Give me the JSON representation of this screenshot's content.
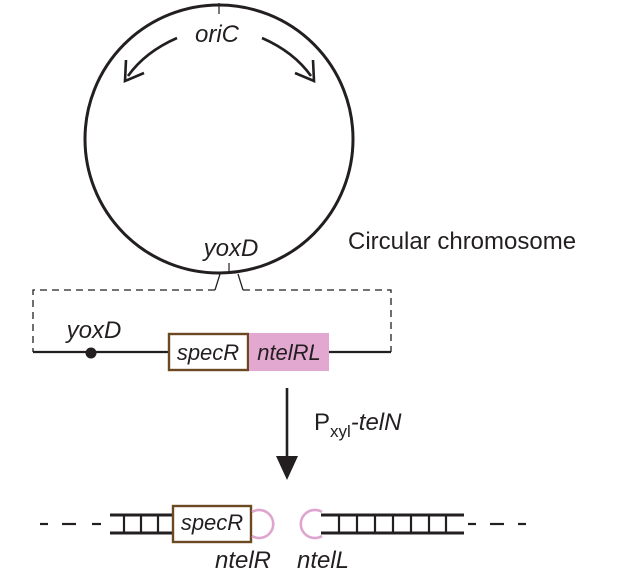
{
  "colors": {
    "line": "#231f20",
    "specR_border": "#6b4a22",
    "nteIRL_fill": "#e2a8cf",
    "nte_loop": "#dea6cf",
    "background": "#ffffff"
  },
  "chromosome": {
    "origin_label": "oriC",
    "locus_label": "yoxD",
    "caption": "Circular chromosome"
  },
  "insert": {
    "gene_label": "yoxD",
    "resistance_label": "specR",
    "cassette_label": "ntelRL"
  },
  "arrow": {
    "promoter_prefix": "P",
    "promoter_subscript": "xyl",
    "gene": "-telN"
  },
  "linear": {
    "resistance_label": "specR",
    "hairpin_right_label": "ntelR",
    "hairpin_left_label": "ntelL"
  }
}
